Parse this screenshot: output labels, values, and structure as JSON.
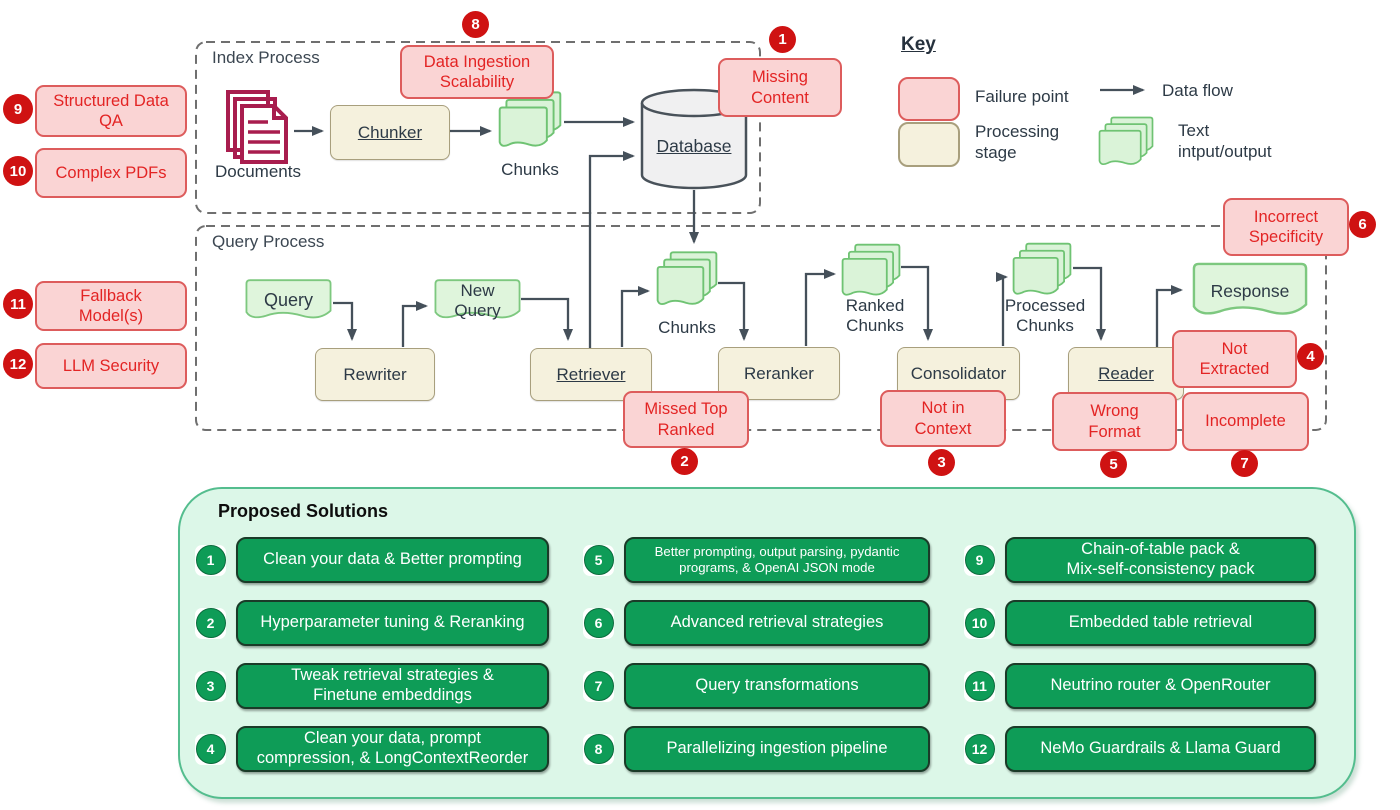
{
  "titles": {
    "index_process": "Index Process",
    "query_process": "Query Process"
  },
  "index_nodes": {
    "documents": "Documents",
    "chunker": "Chunker",
    "chunks": "Chunks",
    "database": "Database"
  },
  "query_nodes": {
    "query": "Query",
    "rewriter": "Rewriter",
    "new_query": "New\nQuery",
    "retriever": "Retriever",
    "chunks": "Chunks",
    "reranker": "Reranker",
    "ranked_chunks": "Ranked\nChunks",
    "consolidator": "Consolidator",
    "processed_chunks": "Processed\nChunks",
    "reader": "Reader",
    "response": "Response"
  },
  "failure_points": {
    "f1": {
      "num": "1",
      "label": "Missing\nContent"
    },
    "f2": {
      "num": "2",
      "label": "Missed Top\nRanked"
    },
    "f3": {
      "num": "3",
      "label": "Not in\nContext"
    },
    "f4": {
      "num": "4",
      "label": "Not\nExtracted"
    },
    "f5": {
      "num": "5",
      "label": "Wrong\nFormat"
    },
    "f6": {
      "num": "6",
      "label": "Incorrect\nSpecificity"
    },
    "f7": {
      "num": "7",
      "label": "Incomplete"
    },
    "f8": {
      "num": "8",
      "label": "Data Ingestion\nScalability"
    },
    "f9": {
      "num": "9",
      "label": "Structured Data\nQA"
    },
    "f10": {
      "num": "10",
      "label": "Complex PDFs"
    },
    "f11": {
      "num": "11",
      "label": "Fallback\nModel(s)"
    },
    "f12": {
      "num": "12",
      "label": "LLM Security"
    }
  },
  "key": {
    "title": "Key",
    "failure_point": "Failure point",
    "processing_stage": "Processing\nstage",
    "data_flow": "Data flow",
    "text_io": "Text\nintput/output"
  },
  "solutions": {
    "title": "Proposed Solutions",
    "items": [
      {
        "num": "1",
        "label": "Clean your data & Better prompting"
      },
      {
        "num": "2",
        "label": "Hyperparameter tuning & Reranking"
      },
      {
        "num": "3",
        "label": "Tweak retrieval strategies &\nFinetune embeddings"
      },
      {
        "num": "4",
        "label": "Clean your data, prompt\ncompression, & LongContextReorder"
      },
      {
        "num": "5",
        "label": "Better prompting, output parsing, pydantic\nprograms, & OpenAI JSON mode"
      },
      {
        "num": "6",
        "label": "Advanced retrieval strategies"
      },
      {
        "num": "7",
        "label": "Query transformations"
      },
      {
        "num": "8",
        "label": "Parallelizing ingestion pipeline"
      },
      {
        "num": "9",
        "label": "Chain-of-table pack &\nMix-self-consistency pack"
      },
      {
        "num": "10",
        "label": "Embedded table retrieval"
      },
      {
        "num": "11",
        "label": "Neutrino router & OpenRouter"
      },
      {
        "num": "12",
        "label": "NeMo Guardrails & Llama Guard"
      }
    ]
  },
  "colors": {
    "failure_fill": "#fad4d4",
    "failure_border": "#dd5c5c",
    "failure_text": "#e32424",
    "badge_red": "#cf1212",
    "stage_fill": "#f5f1dd",
    "stage_border": "#a89f7d",
    "io_fill": "#dff5dc",
    "io_border": "#7dc87f",
    "arrow": "#45505a",
    "solutions_bg": "#dcf7e8",
    "solutions_border": "#54bd8e",
    "solution_green": "#0e9c57",
    "documents_icon": "#a81d4e",
    "database_fill": "#f0f0f1"
  }
}
